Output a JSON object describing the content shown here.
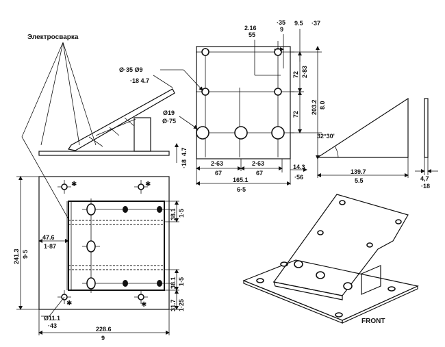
{
  "labels": {
    "weld": "Электросварка",
    "front": "FRONT",
    "angle": "32°30'"
  },
  "dims": {
    "d216": "2.16",
    "d55": "55",
    "d35": "·35",
    "d9": "9",
    "d95": "9.5",
    "d37": "·37",
    "hole_small_a": "Ø·35  Ø9",
    "hole_small_b": "·18  4.7",
    "hole_big_a": "Ø19",
    "hole_big_b": "Ø·75",
    "d283": "2·83",
    "d72a": "72",
    "d72b": "72",
    "d2032": "203.2",
    "d80": "8.0",
    "d263a": "2·63",
    "d67a": "67",
    "d263b": "2·63",
    "d67b": "67",
    "d1651": "165.1",
    "d65": "6·5",
    "d143": "14.3",
    "d56": "·56",
    "d1397": "139.7",
    "d55b": "5.5",
    "d47a": "4,7",
    "d18a": "·18",
    "d18side": "·18",
    "d47side": "4.7",
    "d2413": "241.3",
    "d95b": "9·5",
    "d476": "47.6",
    "d187": "1·87",
    "d381a": "38.1",
    "d15a": "1·5",
    "d381b": "38.1",
    "d15b": "1·5",
    "d317": "31.7",
    "d125": "1·25",
    "d111": "Ø11.1",
    "d43": "·43",
    "d2286": "228.6",
    "d9b": "9"
  }
}
